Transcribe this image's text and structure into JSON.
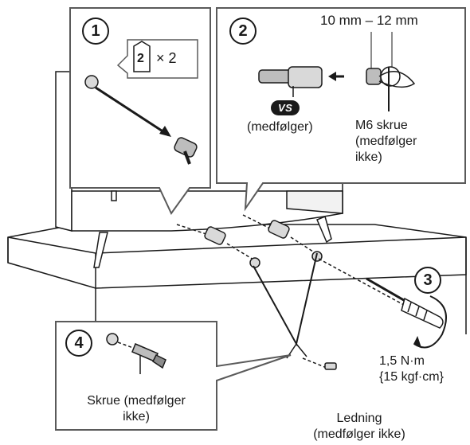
{
  "steps": {
    "s1": "1",
    "s2": "2",
    "s3": "3",
    "s4": "4"
  },
  "callout1": {
    "icon_number": "2",
    "quantity": "× 2"
  },
  "callout2": {
    "dimension": "10 mm – 12 mm",
    "badge": "VS",
    "supplied": "(medfølger)",
    "screw_line1": "M6 skrue",
    "screw_line2": "(medfølger",
    "screw_line3": "ikke)"
  },
  "torque": {
    "line1": "1,5 N·m",
    "line2": "{15 kgf·cm}"
  },
  "callout4": {
    "line1": "Skrue (medfølger",
    "line2": "ikke)"
  },
  "cord": {
    "line1": "Ledning",
    "line2": "(medfølger ikke)"
  },
  "colors": {
    "line": "#1a1a1a",
    "fill": "#f2f2f2",
    "shade": "#bdbdbd",
    "panel_border": "#5a5a5a"
  }
}
